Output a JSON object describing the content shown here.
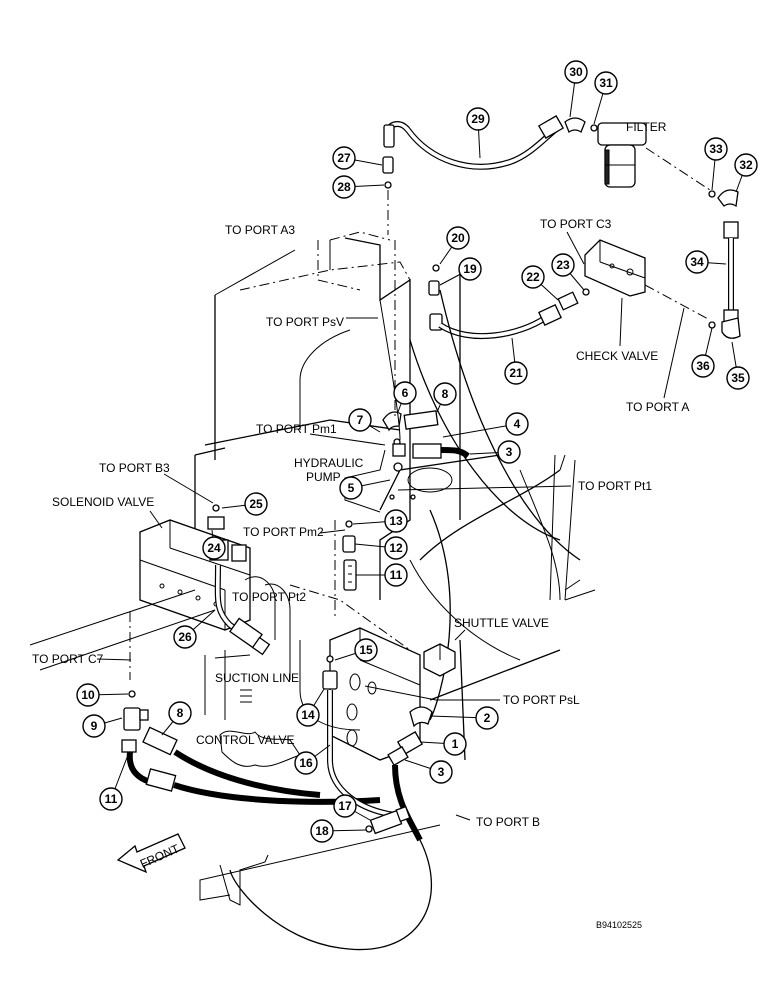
{
  "figure_code": "B94102525",
  "port_labels": {
    "a3": "TO PORT A3",
    "psv": "TO PORT PsV",
    "c3": "TO PORT C3",
    "a": "TO PORT A",
    "pm1": "TO PORT Pm1",
    "b3": "TO PORT B3",
    "pt1": "TO PORT Pt1",
    "pm2": "TO PORT Pm2",
    "pt2": "TO PORT Pt2",
    "c7": "TO PORT C7",
    "psl": "TO PORT PsL",
    "b": "TO PORT B"
  },
  "component_labels": {
    "filter": "FILTER",
    "check_valve": "CHECK VALVE",
    "hydraulic": "HYDRAULIC",
    "pump": "PUMP",
    "solenoid_valve": "SOLENOID VALVE",
    "shuttle_valve": "SHUTTLE VALVE",
    "suction_line": "SUCTION LINE",
    "control_valve": "CONTROL VALVE",
    "front": "FRONT"
  },
  "callouts": [
    "30",
    "31",
    "29",
    "27",
    "28",
    "33",
    "32",
    "20",
    "19",
    "22",
    "23",
    "34",
    "21",
    "36",
    "35",
    "6",
    "8",
    "7",
    "4",
    "3",
    "5",
    "25",
    "24",
    "13",
    "12",
    "11",
    "15",
    "26",
    "10",
    "9",
    "8",
    "2",
    "14",
    "1",
    "16",
    "3",
    "11",
    "17",
    "18"
  ]
}
